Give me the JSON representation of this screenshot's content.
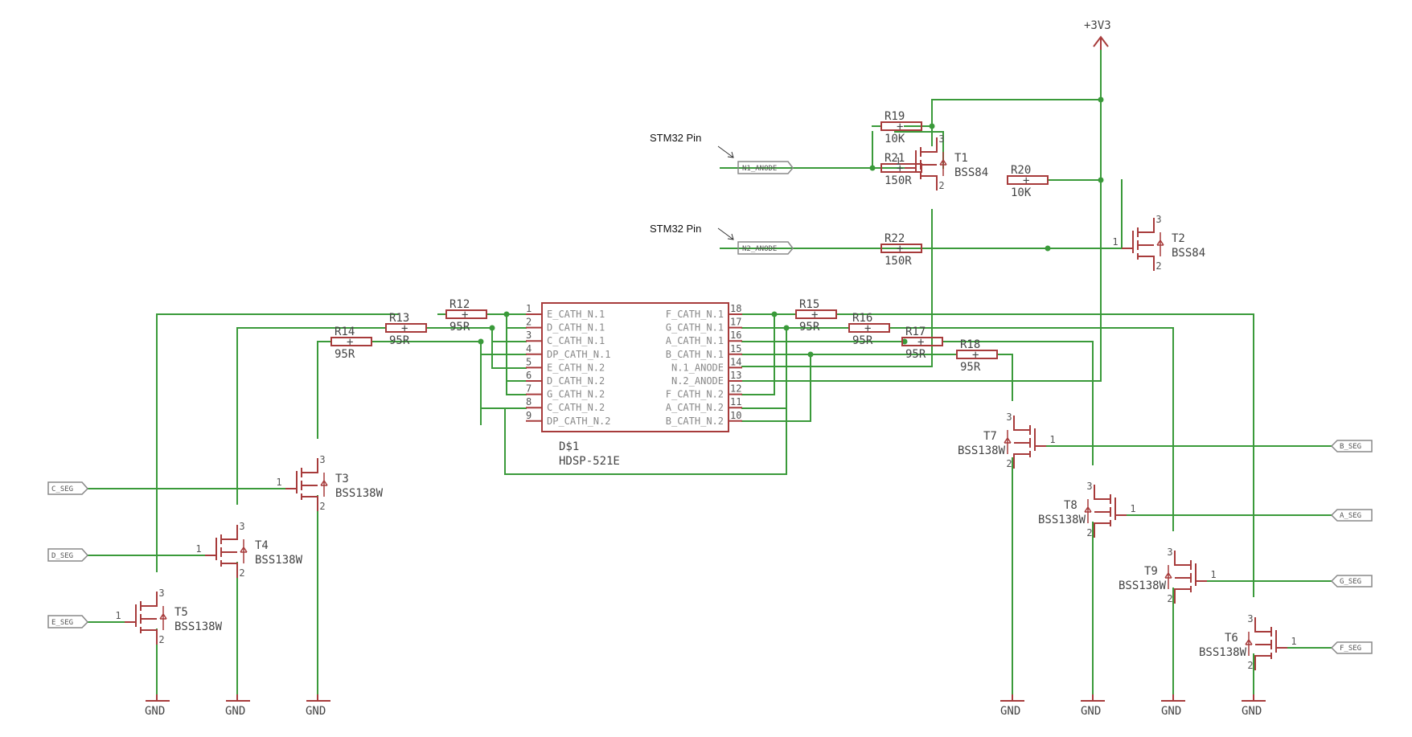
{
  "power": {
    "supply": "+3V3",
    "ground": "GND"
  },
  "notes": {
    "n1": "STM32 Pin",
    "n2": "STM32 Pin"
  },
  "net_labels": {
    "n1": "N1_ANODE",
    "n2": "N2_ANODE",
    "c": "C_SEG",
    "d": "D_SEG",
    "e": "E_SEG",
    "b": "B_SEG",
    "a": "A_SEG",
    "g": "G_SEG",
    "f": "F_SEG"
  },
  "ic": {
    "ref": "D$1",
    "value": "HDSP-521E",
    "left_pins": [
      {
        "num": "1",
        "name": "E_CATH_N.1"
      },
      {
        "num": "2",
        "name": "D_CATH_N.1"
      },
      {
        "num": "3",
        "name": "C_CATH_N.1"
      },
      {
        "num": "4",
        "name": "DP_CATH_N.1"
      },
      {
        "num": "5",
        "name": "E_CATH_N.2"
      },
      {
        "num": "6",
        "name": "D_CATH_N.2"
      },
      {
        "num": "7",
        "name": "G_CATH_N.2"
      },
      {
        "num": "8",
        "name": "C_CATH_N.2"
      },
      {
        "num": "9",
        "name": "DP_CATH_N.2"
      }
    ],
    "right_pins": [
      {
        "num": "18",
        "name": "F_CATH_N.1"
      },
      {
        "num": "17",
        "name": "G_CATH_N.1"
      },
      {
        "num": "16",
        "name": "A_CATH_N.1"
      },
      {
        "num": "15",
        "name": "B_CATH_N.1"
      },
      {
        "num": "14",
        "name": "N.1_ANODE"
      },
      {
        "num": "13",
        "name": "N.2_ANODE"
      },
      {
        "num": "12",
        "name": "F_CATH_N.2"
      },
      {
        "num": "11",
        "name": "A_CATH_N.2"
      },
      {
        "num": "10",
        "name": "B_CATH_N.2"
      }
    ]
  },
  "resistors": {
    "r12": {
      "ref": "R12",
      "value": "95R"
    },
    "r13": {
      "ref": "R13",
      "value": "95R"
    },
    "r14": {
      "ref": "R14",
      "value": "95R"
    },
    "r15": {
      "ref": "R15",
      "value": "95R"
    },
    "r16": {
      "ref": "R16",
      "value": "95R"
    },
    "r17": {
      "ref": "R17",
      "value": "95R"
    },
    "r18": {
      "ref": "R18",
      "value": "95R"
    },
    "r19": {
      "ref": "R19",
      "value": "10K"
    },
    "r20": {
      "ref": "R20",
      "value": "10K"
    },
    "r21": {
      "ref": "R21",
      "value": "150R"
    },
    "r22": {
      "ref": "R22",
      "value": "150R"
    }
  },
  "transistors": {
    "t1": {
      "ref": "T1",
      "value": "BSS84"
    },
    "t2": {
      "ref": "T2",
      "value": "BSS84"
    },
    "t3": {
      "ref": "T3",
      "value": "BSS138W"
    },
    "t4": {
      "ref": "T4",
      "value": "BSS138W"
    },
    "t5": {
      "ref": "T5",
      "value": "BSS138W"
    },
    "t6": {
      "ref": "T6",
      "value": "BSS138W"
    },
    "t7": {
      "ref": "T7",
      "value": "BSS138W"
    },
    "t8": {
      "ref": "T8",
      "value": "BSS138W"
    },
    "t9": {
      "ref": "T9",
      "value": "BSS138W"
    }
  },
  "pin_numbers": {
    "p1": "1",
    "p2": "2",
    "p3": "3"
  },
  "symbols": {
    "plus": "+"
  },
  "colors": {
    "wire": "#3a9a3a",
    "part": "#a73b3b",
    "text": "#444444"
  }
}
